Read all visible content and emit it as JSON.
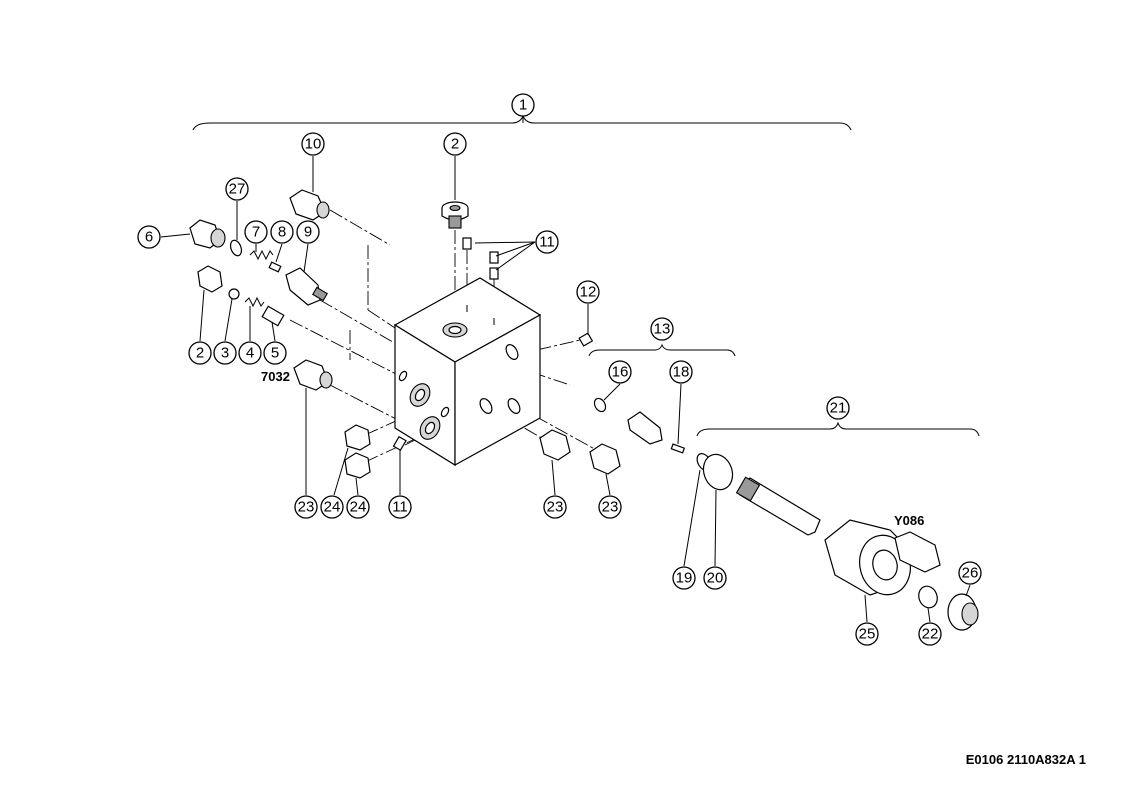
{
  "callouts": {
    "c1": "1",
    "c2a": "2",
    "c2b": "2",
    "c3": "3",
    "c4": "4",
    "c5": "5",
    "c6": "6",
    "c7": "7",
    "c8": "8",
    "c9": "9",
    "c10": "10",
    "c11a": "11",
    "c11b": "11",
    "c12": "12",
    "c13": "13",
    "c16": "16",
    "c18": "18",
    "c19": "19",
    "c20": "20",
    "c21": "21",
    "c22": "22",
    "c23a": "23",
    "c23b": "23",
    "c23c": "23",
    "c24a": "24",
    "c24b": "24",
    "c25": "25",
    "c26": "26",
    "c27": "27"
  },
  "labels": {
    "sensor": "7032",
    "solenoid": "Y086"
  },
  "drawing_id": "E0106 2110A832A 1"
}
